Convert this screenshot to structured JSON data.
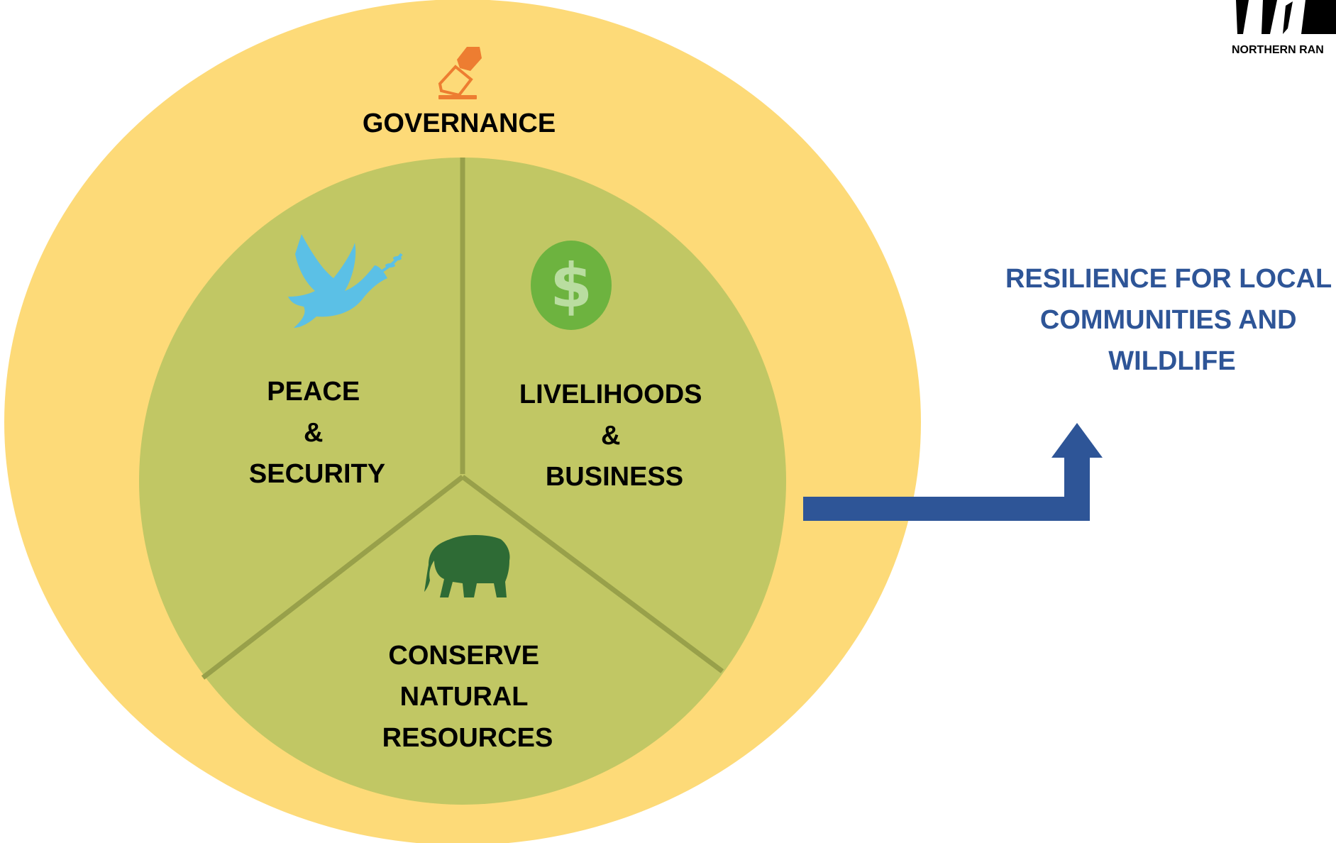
{
  "diagram": {
    "outer_ring_label": "GOVERNANCE",
    "sectors": [
      {
        "id": "peace",
        "lines": [
          "PEACE",
          "&",
          "SECURITY"
        ],
        "icon": "dove-icon"
      },
      {
        "id": "livelihoods",
        "lines": [
          "LIVELIHOODS",
          "&",
          "BUSINESS"
        ],
        "icon": "dollar-coin-icon"
      },
      {
        "id": "conserve",
        "lines": [
          "CONSERVE",
          "NATURAL",
          "RESOURCES"
        ],
        "icon": "elephant-icon"
      }
    ],
    "outcome_lines": [
      "RESILIENCE FOR LOCAL",
      "COMMUNITIES AND",
      "WILDLIFE"
    ],
    "governance_icon": "ballot-box-icon"
  },
  "logo": {
    "text": "NORTHERN RAN"
  },
  "colors": {
    "outer_ring": "#FDDA78",
    "inner_circle": "#C1C764",
    "divider": "#98A04A",
    "governance_icon": "#ED7D31",
    "dove": "#5BC0E6",
    "coin": "#6DB33F",
    "elephant": "#2E6B35",
    "arrow": "#2E5597",
    "outcome_text": "#2E5597",
    "label_text": "#000000"
  }
}
